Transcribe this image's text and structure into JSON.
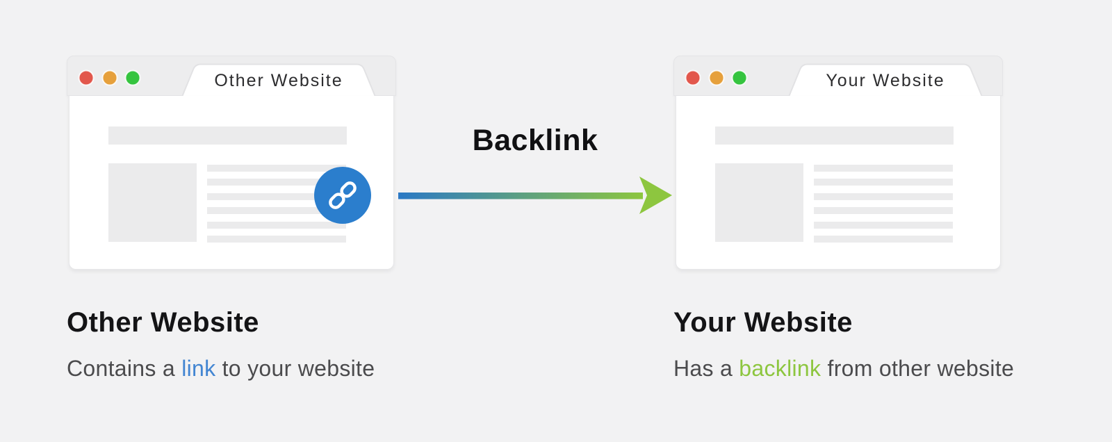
{
  "colors": {
    "background": "#f2f2f3",
    "titlebar": "#ededee",
    "window_body": "#ffffff",
    "placeholder": "#ebebec",
    "traffic_red": "#e2574c",
    "traffic_orange": "#e6a03c",
    "traffic_green": "#35c43f",
    "link_badge_blue": "#2b7ecd",
    "arrow_blue": "#2b79c5",
    "arrow_green": "#8dc63f",
    "link_text_blue": "#4285d2",
    "backlink_text_green": "#8dc63f",
    "heading_text": "#141416",
    "body_text": "#4b4b4d",
    "tab_text": "#2d2d2f"
  },
  "diagram": {
    "center_label": "Backlink"
  },
  "windows": {
    "left": {
      "tab_title": "Other Website",
      "caption_heading": "Other Website",
      "caption_pre": "Contains a ",
      "caption_highlight": "link",
      "caption_post": " to your website"
    },
    "right": {
      "tab_title": "Your Website",
      "caption_heading": "Your Website",
      "caption_pre": "Has a ",
      "caption_highlight": "backlink",
      "caption_post": " from other website"
    }
  }
}
